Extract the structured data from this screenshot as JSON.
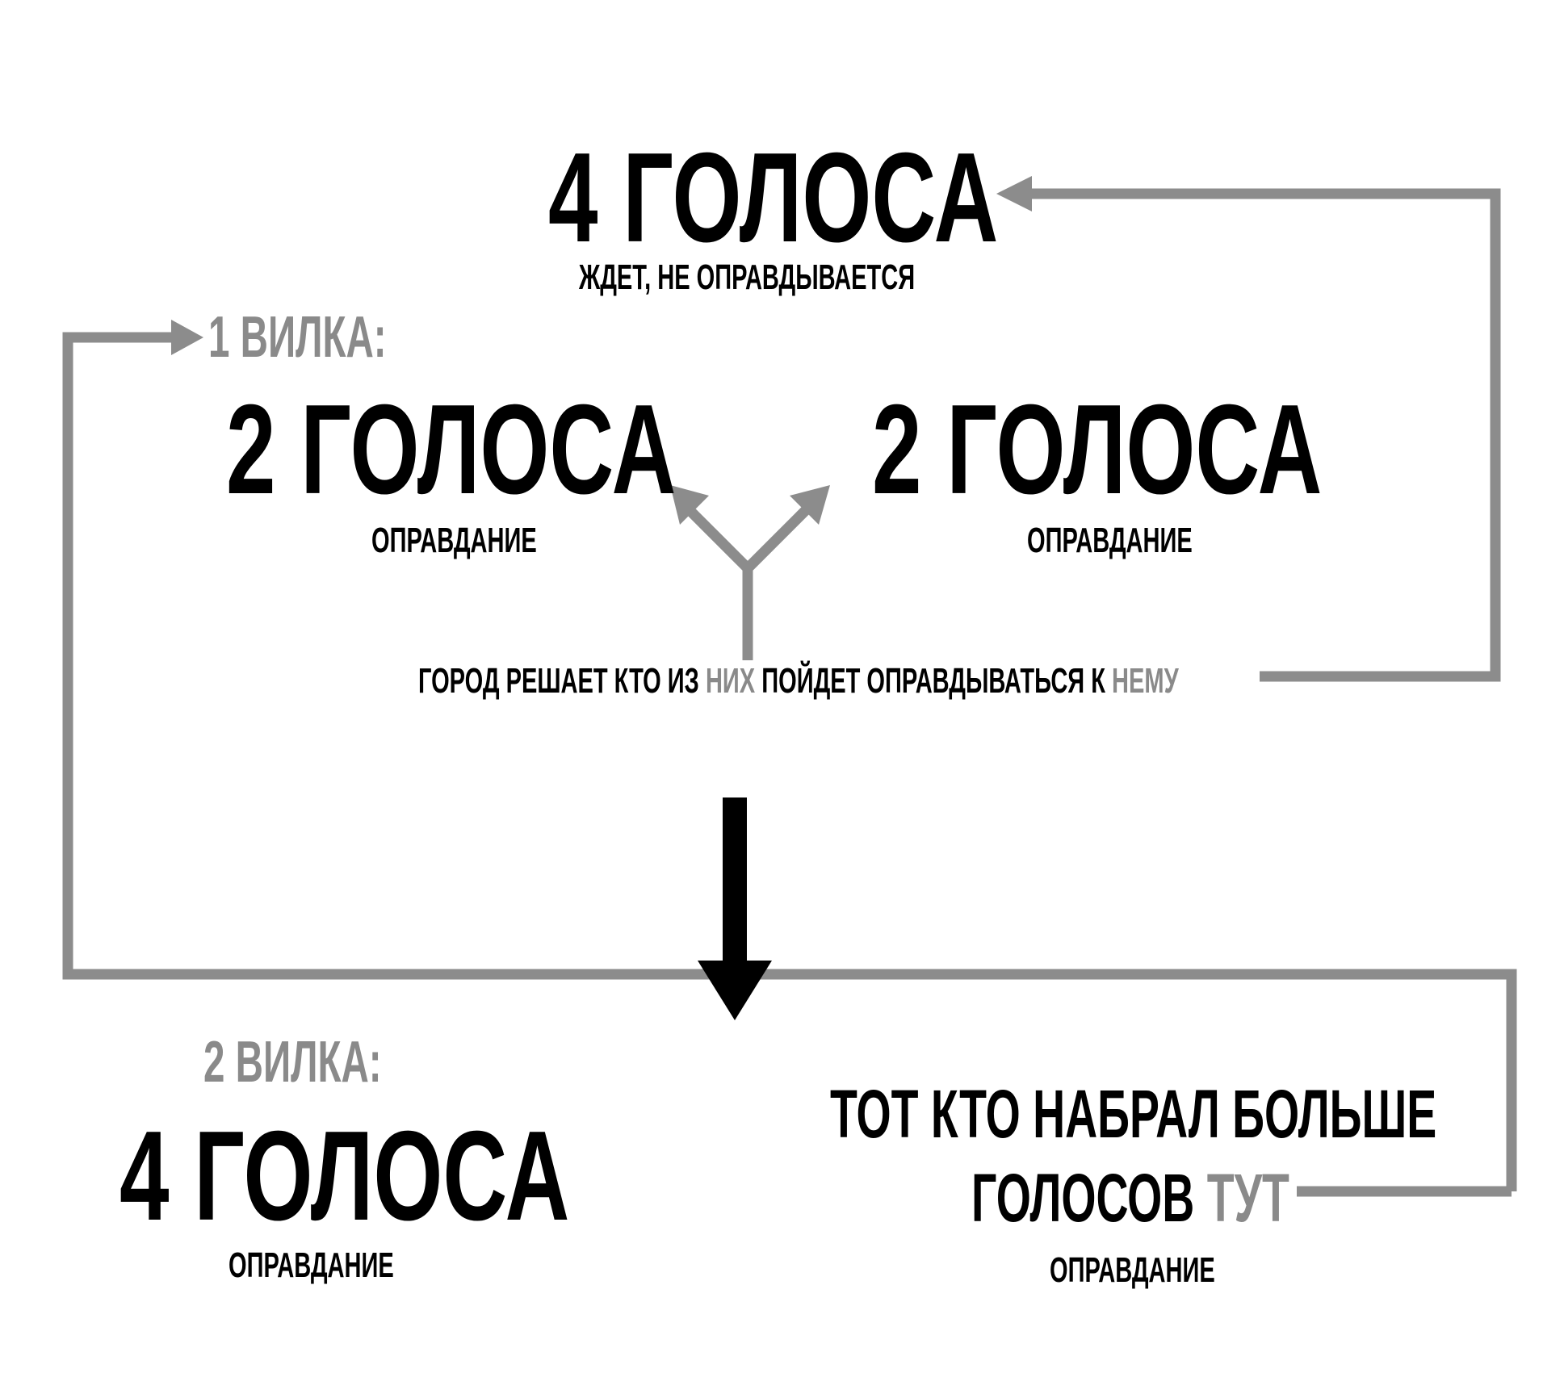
{
  "top": {
    "title": "4 ГОЛОСА",
    "subtitle": "ЖДЕТ, НЕ ОПРАВДЫВАЕТСЯ"
  },
  "fork1": {
    "label": "1 ВИЛКА:",
    "left": {
      "title": "2 ГОЛОСА",
      "subtitle": "ОПРАВДАНИЕ"
    },
    "right": {
      "title": "2 ГОЛОСА",
      "subtitle": "ОПРАВДАНИЕ"
    },
    "decision": {
      "part1": "ГОРОД РЕШАЕТ КТО ИЗ ",
      "part2": "НИХ",
      "part3": " ПОЙДЕТ ОПРАВДЫВАТЬСЯ К ",
      "part4": "НЕМУ"
    }
  },
  "fork2": {
    "label": "2 ВИЛКА:",
    "left": {
      "title": "4 ГОЛОСА",
      "subtitle": "ОПРАВДАНИЕ"
    },
    "right": {
      "line1": "ТОТ КТО НАБРАЛ БОЛЬШЕ",
      "line2a": "ГОЛОСОВ ",
      "line2b": "ТУТ",
      "subtitle": "ОПРАВДАНИЕ"
    }
  },
  "colors": {
    "text": "#000000",
    "accent_gray": "#8a8a8a",
    "arrow_gray": "#8c8c8c",
    "arrow_black": "#000000"
  }
}
